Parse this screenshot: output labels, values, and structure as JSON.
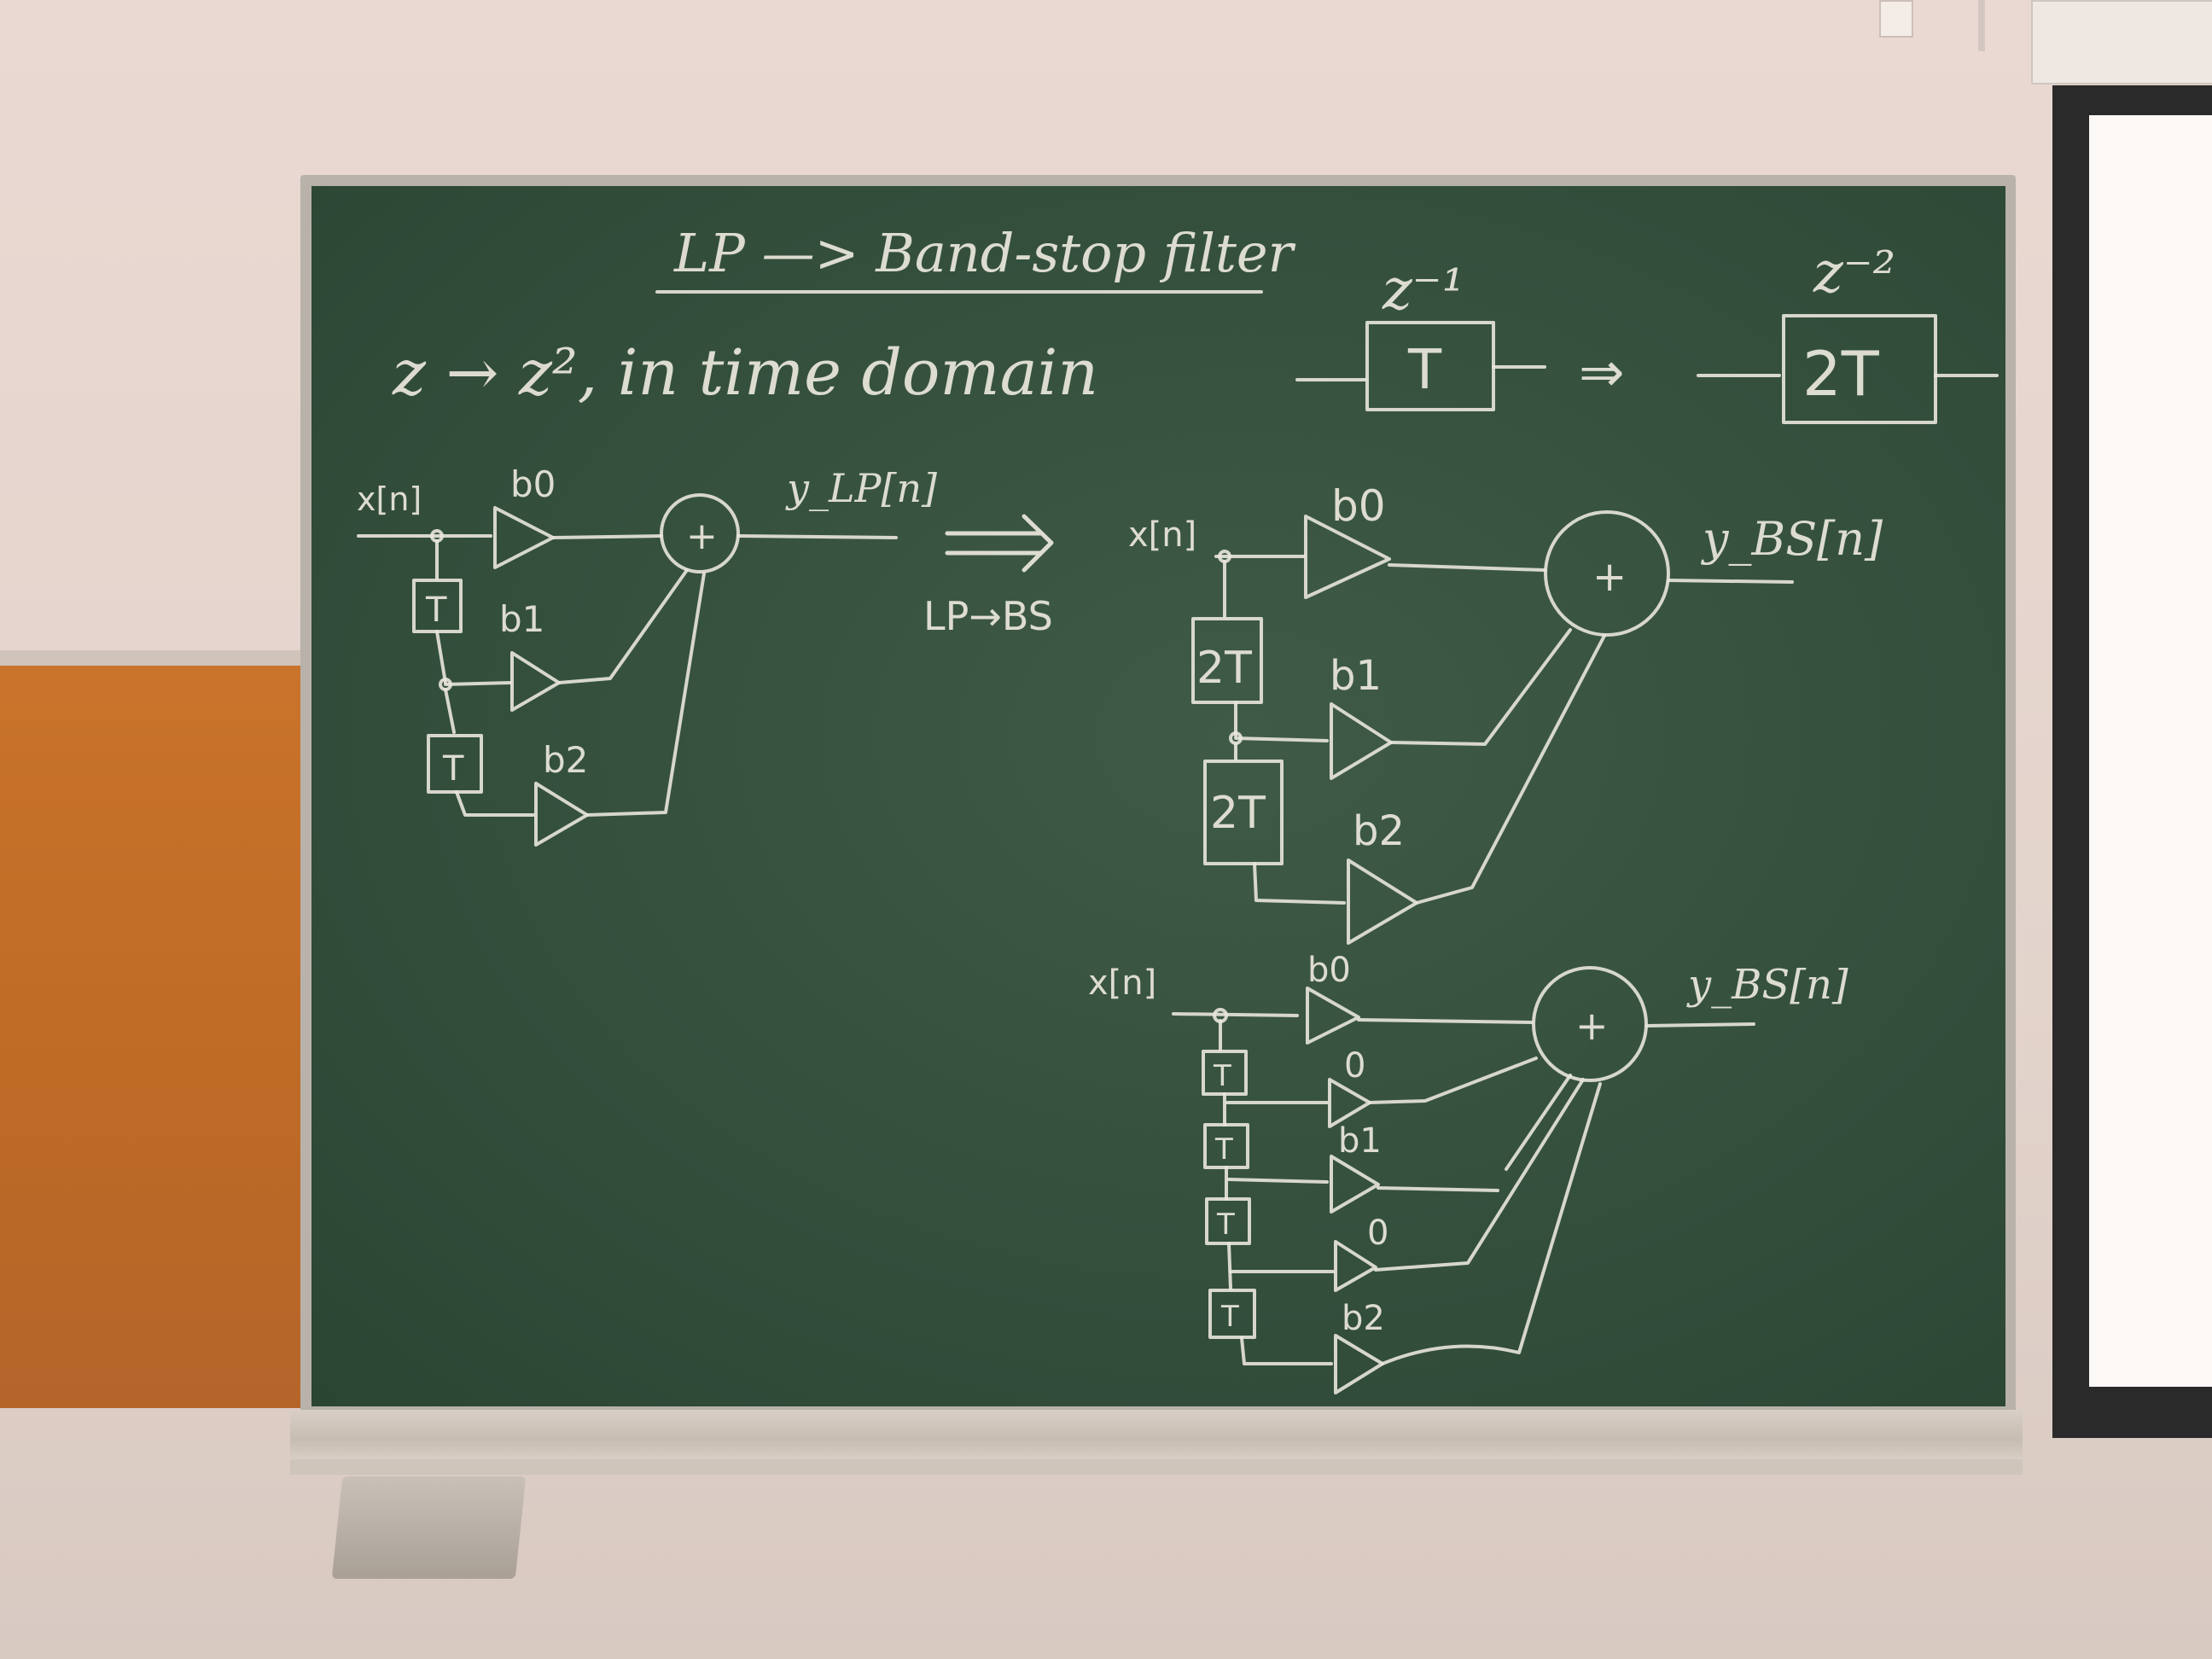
{
  "blackboard": {
    "title": "LP —> Band-stop filter",
    "substitution": "z → z², in time domain",
    "z_inv": "z⁻¹",
    "z_inv2": "z⁻²",
    "box_T": "T",
    "box_2T": "2T",
    "implies": "⇒"
  },
  "lp_diagram": {
    "input": "x[n]",
    "output": "y_LP[n]",
    "coeffs": [
      "b0",
      "b1",
      "b2"
    ],
    "delays": [
      "T",
      "T"
    ],
    "sum": "+"
  },
  "transform_note": "LP→BS",
  "bs_diagram_2t": {
    "input": "x[n]",
    "output": "y_BS[n]",
    "coeffs": [
      "b0",
      "b1",
      "b2"
    ],
    "delays": [
      "2T",
      "2T"
    ],
    "sum": "+"
  },
  "bs_diagram_t": {
    "input": "x[n]",
    "output": "y_BS[n]",
    "coeffs": [
      "b0",
      "0",
      "b1",
      "0",
      "b2"
    ],
    "delays": [
      "T",
      "T",
      "T",
      "T"
    ],
    "sum": "+"
  }
}
